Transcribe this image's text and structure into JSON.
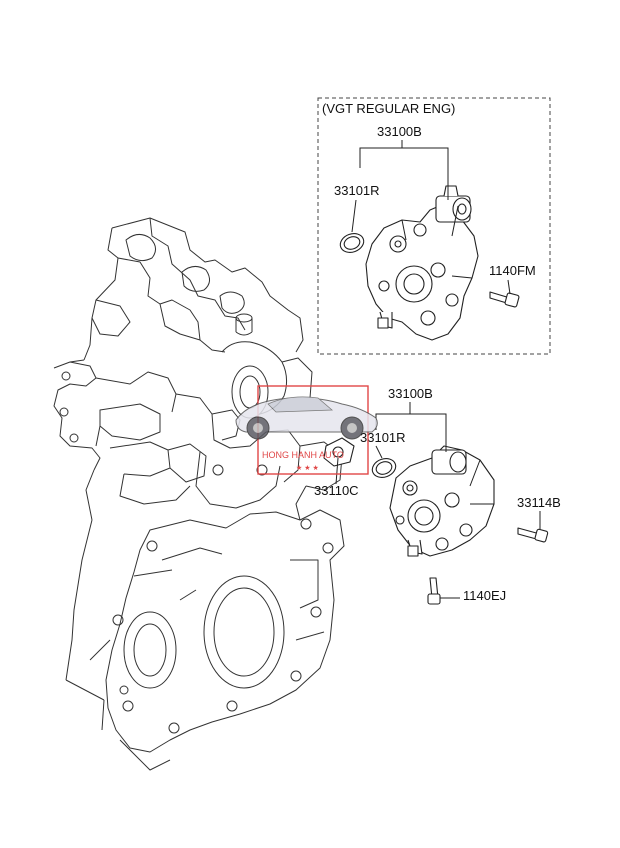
{
  "box_title": "(VGT REGULAR ENG)",
  "labels": {
    "pump_assy_top": "33100B",
    "oring_top": "33101R",
    "bolt_top": "1140FM",
    "pump_assy": "33100B",
    "oring": "33101R",
    "gasket": "33110C",
    "bolt_side": "33114B",
    "bolt_bottom": "1140EJ"
  },
  "watermark": {
    "text": "HONG HANH AUTO",
    "stars": "★ ★ ★",
    "color": "#e04848"
  },
  "icons": [
    "car-logo-icon"
  ]
}
